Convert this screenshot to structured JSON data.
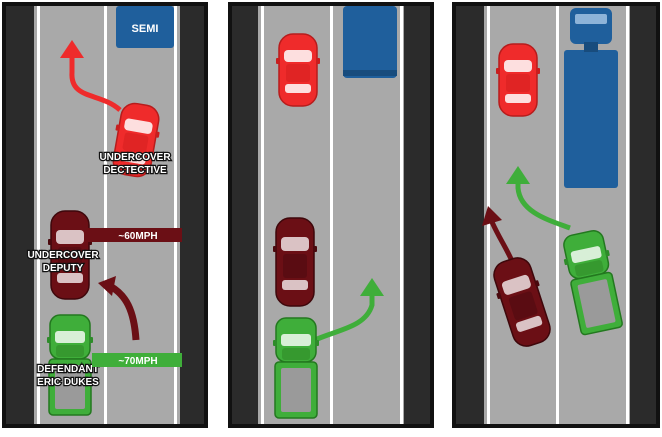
{
  "labels": {
    "semi": "SEMI",
    "undercover_detective_line1": "UNDERCOVER",
    "undercover_detective_line2": "DECTECTIVE",
    "undercover_deputy_line1": "UNDERCOVER",
    "undercover_deputy_line2": "DEPUTY",
    "defendant_line1": "DEFENDANT",
    "defendant_line2": "ERIC DUKES",
    "speed_deputy": "~60MPH",
    "speed_defendant": "~70MPH"
  },
  "colors": {
    "road": "#a9a9a9",
    "shoulder": "#2b2b2b",
    "frame": "#111111",
    "lane_line": "#ffffff",
    "red_car": "#ef2b2b",
    "maroon_car": "#6b0f15",
    "green_car": "#3fae3a",
    "truck_bed": "#9a9a9a",
    "semi_blue": "#1f5f9c",
    "arrow_red": "#ef2b2b",
    "arrow_maroon": "#6b0f15",
    "arrow_green": "#3fae3a"
  },
  "icons": [
    "red-car-icon",
    "maroon-car-icon",
    "green-pickup-icon",
    "semi-truck-icon",
    "arrow-icon"
  ]
}
